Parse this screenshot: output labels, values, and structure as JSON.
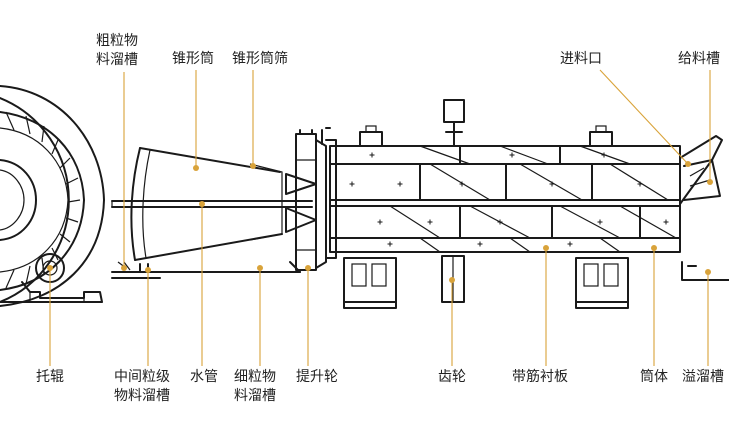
{
  "colors": {
    "leader": "#d9a33a",
    "ink": "#1a1a1a",
    "text": "#222222"
  },
  "labels": {
    "coarse_chute_1": "粗粒物",
    "coarse_chute_2": "料溜槽",
    "cone_drum": "锥形筒",
    "cone_screen": "锥形筒筛",
    "feed_inlet": "进料口",
    "feed_chute": "给料槽",
    "support_roller": "托辊",
    "middle_chute_1": "中间粒级",
    "middle_chute_2": "物料溜槽",
    "water_pipe": "水管",
    "fine_chute_1": "细粒物",
    "fine_chute_2": "料溜槽",
    "lifting_wheel": "提升轮",
    "gear": "齿轮",
    "ribbed_liner": "带筋衬板",
    "drum_body": "筒体",
    "overflow_chute": "溢溜槽"
  }
}
